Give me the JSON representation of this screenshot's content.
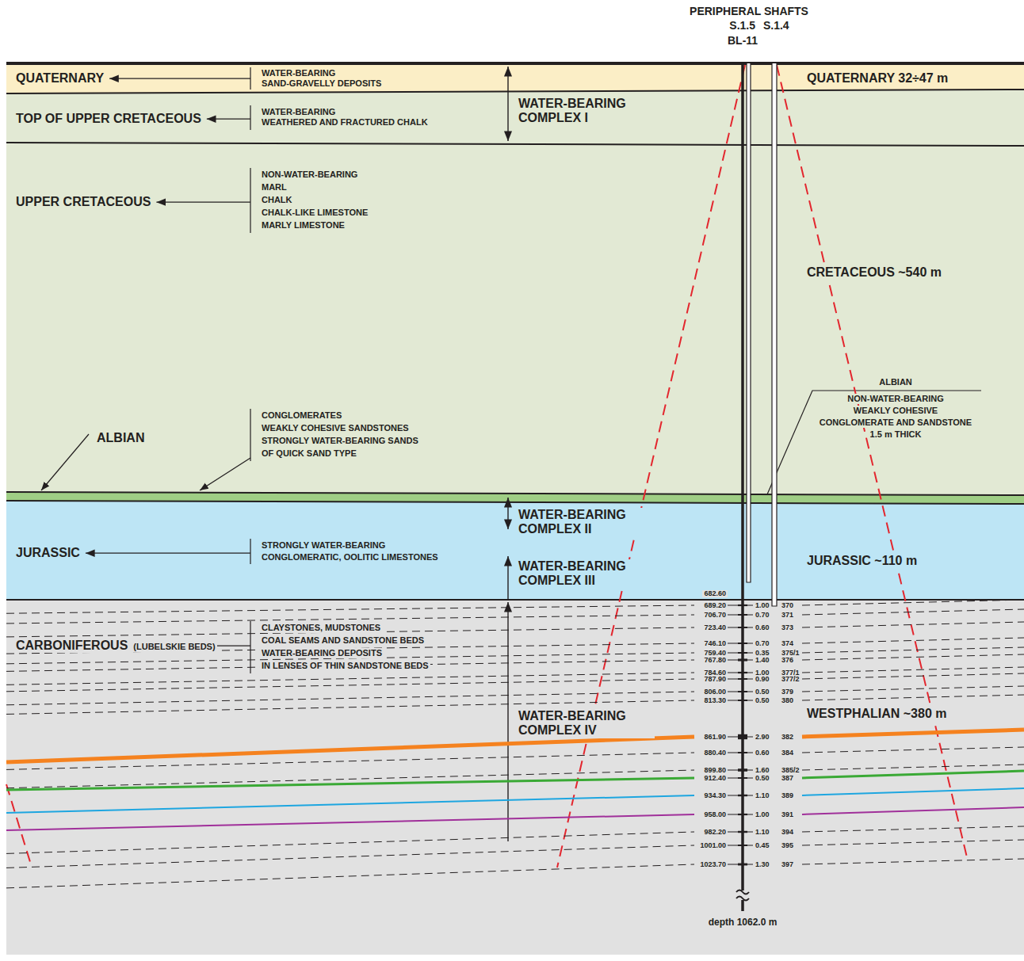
{
  "diagram": {
    "nodes": [
      {
        "text": [
          "QUATERNARY",
          "WATER-BEARING",
          "SAND-GRAVELLY DEPOSITS",
          "QUATERNARY 32÷47 m"
        ]
      },
      {
        "text": [
          "TOP OF UPPER CRETACEOUS",
          "WATER-BEARING",
          "WEATHERED AND FRACTURED CHALK",
          "UPPER CRETACEOUS",
          "NON-WATER-BEARING",
          "MARL",
          "CHALK",
          "CHALK-LIKE LIMESTONE",
          "MARLY LIMESTONE",
          "CRETACEOUS ~540 m"
        ]
      },
      {
        "text": [
          "ALBIAN",
          "CONGLOMERATES",
          "WEAKLY COHESIVE SANDSTONES",
          "STRONGLY WATER-BEARING SANDS",
          "OF QUICK SAND TYPE",
          "ALBIAN",
          "NON-WATER-BEARING",
          "WEAKLY COHESIVE",
          "CONGLOMERATE AND SANDSTONE",
          "1.5 m THICK"
        ]
      },
      {
        "text": [
          "JURASSIC",
          "STRONGLY WATER-BEARING",
          "CONGLOMERATIC, OOLITIC LIMESTONES",
          "JURASSIC ~110 m"
        ]
      },
      {
        "text": [
          "CARBONIFEROUS",
          "(LUBELSKIE BEDS)",
          "CLAYSTONES, MUDSTONES",
          "COAL SEAMS AND SANDSTONE BEDS",
          "WATER-BEARING DEPOSITS",
          "IN LENSES OF THIN SANDSTONE BEDS",
          "WESTPHALIAN ~380 m"
        ]
      }
    ],
    "labels": [
      "PERIPHERAL SHAFTS",
      "S.1.5 S.1.4",
      "BL-11",
      "WATER-BEARING COMPLEX I",
      "WATER-BEARING COMPLEX II",
      "WATER-BEARING COMPLEX III",
      "WATER-BEARING COMPLEX IV",
      "682.60",
      "689.20",
      "1.00",
      "370",
      "706.70",
      "0.70",
      "371",
      "723.40",
      "0.60",
      "373",
      "746.10",
      "0.70",
      "374",
      "759.40",
      "0.35",
      "375/1",
      "767.80",
      "1.40",
      "376",
      "784.60",
      "1.00",
      "377/1",
      "787.90",
      "0.90",
      "377/2",
      "806.00",
      "0.50",
      "379",
      "813.30",
      "0.50",
      "380",
      "861.90",
      "2.90",
      "382",
      "880.40",
      "0.60",
      "384",
      "899.80",
      "1.60",
      "385/2",
      "912.40",
      "0.50",
      "387",
      "934.30",
      "1.10",
      "389",
      "958.00",
      "1.00",
      "391",
      "982.20",
      "1.10",
      "394",
      "1001.00",
      "0.45",
      "395",
      "1023.70",
      "1.30",
      "397",
      "depth 1062.0 m"
    ]
  }
}
